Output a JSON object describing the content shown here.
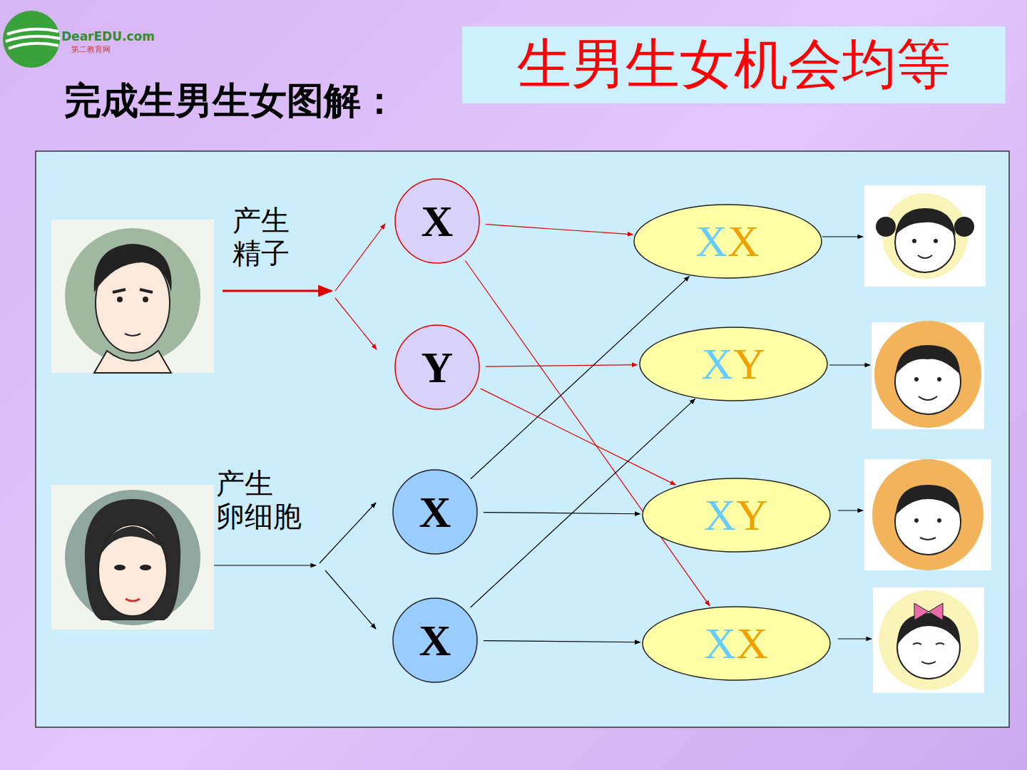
{
  "diagram": {
    "title": "生男生女机会均等",
    "nodes": [
      {
        "text": [
          "X"
        ]
      },
      {
        "text": [
          "Y"
        ]
      },
      {
        "text": [
          "X"
        ]
      },
      {
        "text": [
          "X"
        ]
      },
      {
        "text": [
          "XX"
        ]
      },
      {
        "text": [
          "XY"
        ]
      },
      {
        "text": [
          "XY"
        ]
      },
      {
        "text": [
          "XX"
        ]
      }
    ],
    "edges": [
      {
        "from": 0,
        "to": 4,
        "arrow": "to"
      },
      {
        "from": 0,
        "to": 7,
        "arrow": "to"
      },
      {
        "from": 1,
        "to": 5,
        "arrow": "to"
      },
      {
        "from": 1,
        "to": 6,
        "arrow": "to"
      },
      {
        "from": 2,
        "to": 4,
        "arrow": "to"
      },
      {
        "from": 2,
        "to": 6,
        "arrow": "to"
      },
      {
        "from": 3,
        "to": 5,
        "arrow": "to"
      },
      {
        "from": 3,
        "to": 7,
        "arrow": "to"
      }
    ],
    "labels": [
      "完成生男生女图解：",
      "产生 精子",
      "产生 卵细胞",
      "DearEDU.com",
      "第二教育网"
    ]
  }
}
